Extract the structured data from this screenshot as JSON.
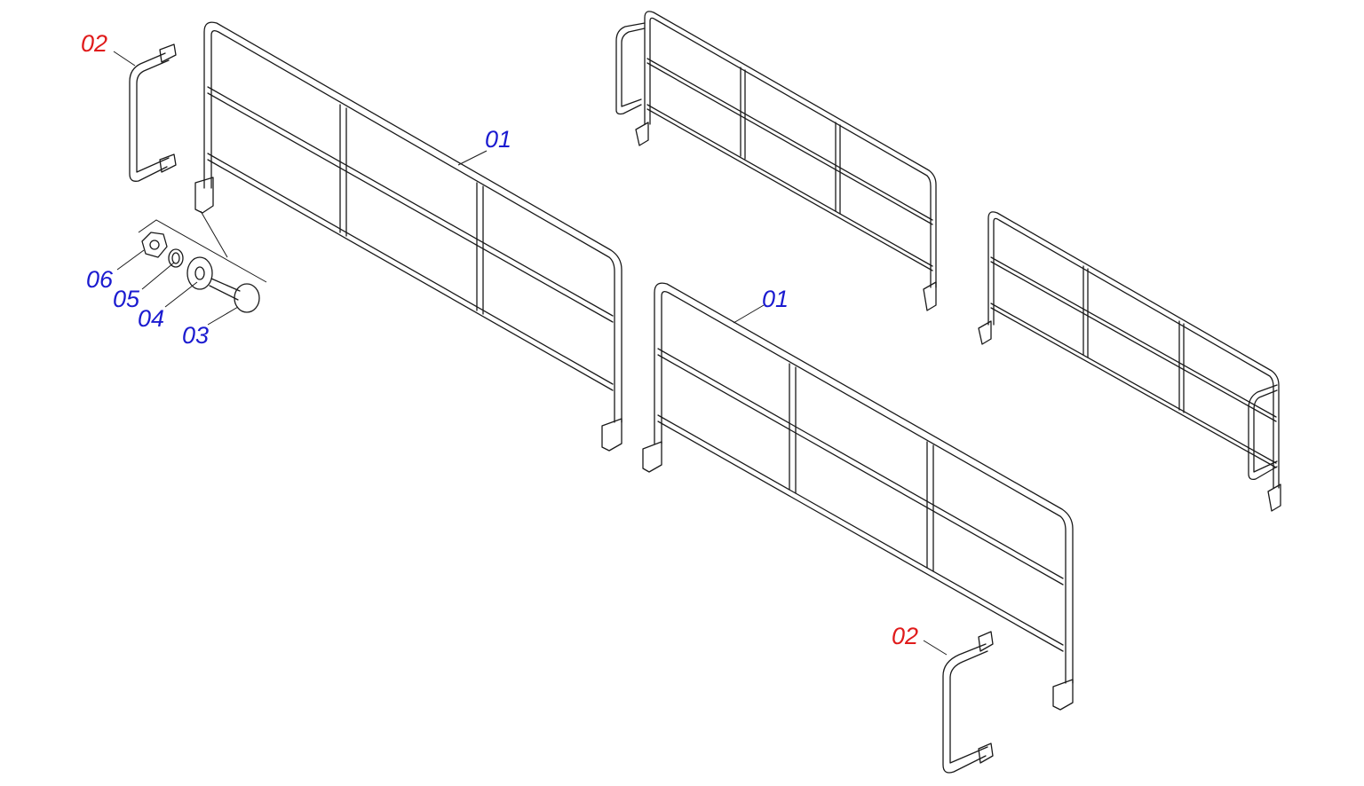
{
  "colors": {
    "red": "#e01b1b",
    "blue": "#1b1bd0",
    "line": "#1a1a1a"
  },
  "labels": {
    "rail_a": "01",
    "rail_b": "01",
    "end_a": "02",
    "end_b": "02",
    "p03": "03",
    "p04": "04",
    "p05": "05",
    "p06": "06"
  }
}
